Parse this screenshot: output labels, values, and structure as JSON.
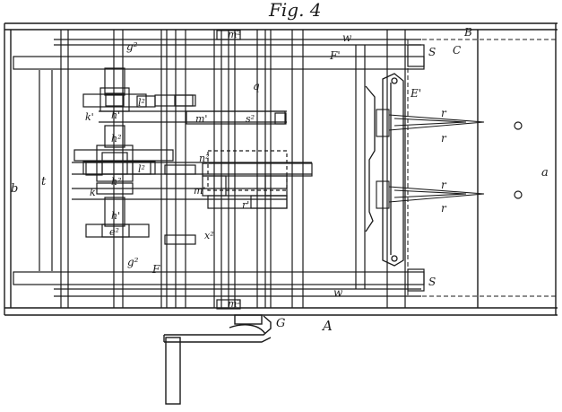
{
  "figure": {
    "title": "Fig. 4",
    "labels": {
      "A": "A",
      "B": "B",
      "C": "C",
      "G": "G",
      "S_top": "S",
      "S_bottom": "S",
      "F1_top": "F'",
      "F1_bottom": "F'",
      "E1": "E'",
      "w_top": "w",
      "w_bottom": "w",
      "a": "a",
      "b": "b",
      "t": "t",
      "r1": "r",
      "r2": "r",
      "r3": "r",
      "r4": "r",
      "g2_top": "g²",
      "g2_bottom": "g²",
      "h1_top": "h'",
      "h1_mid": "h'",
      "h2_top": "h²",
      "h2_mid": "h²",
      "k1_top": "k'",
      "k1_mid": "k'",
      "l2_top": "l²",
      "l2_mid": "l²",
      "e2": "e²",
      "m1_top": "m'",
      "m1_mid": "m'",
      "s2": "s²",
      "n2": "n²",
      "r1_prime": "r'",
      "x2": "x²",
      "m2_top": "m²",
      "m2_bottom": "m²",
      "q": "q"
    }
  }
}
